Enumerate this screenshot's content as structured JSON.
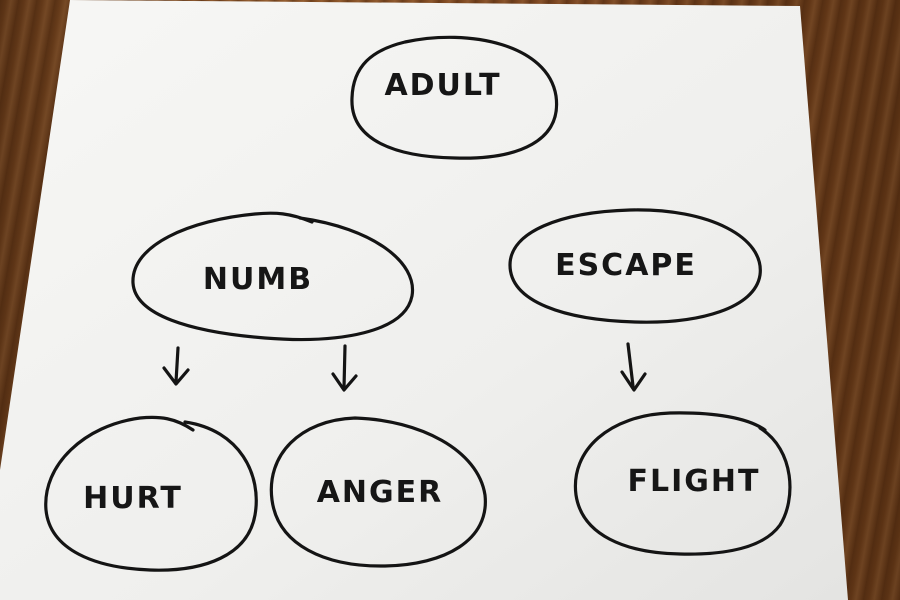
{
  "diagram": {
    "nodes": {
      "adult": "ADULT",
      "numb": "NUMB",
      "escape": "ESCAPE",
      "hurt": "HURT",
      "anger": "ANGER",
      "flight": "FLIGHT"
    },
    "edges": [
      {
        "from": "NUMB",
        "to": "HURT"
      },
      {
        "from": "NUMB",
        "to": "ANGER"
      },
      {
        "from": "ESCAPE",
        "to": "FLIGHT"
      }
    ]
  },
  "colors": {
    "paper": "#f3f3f1",
    "ink": "#141414",
    "table": "#7a4a22"
  }
}
